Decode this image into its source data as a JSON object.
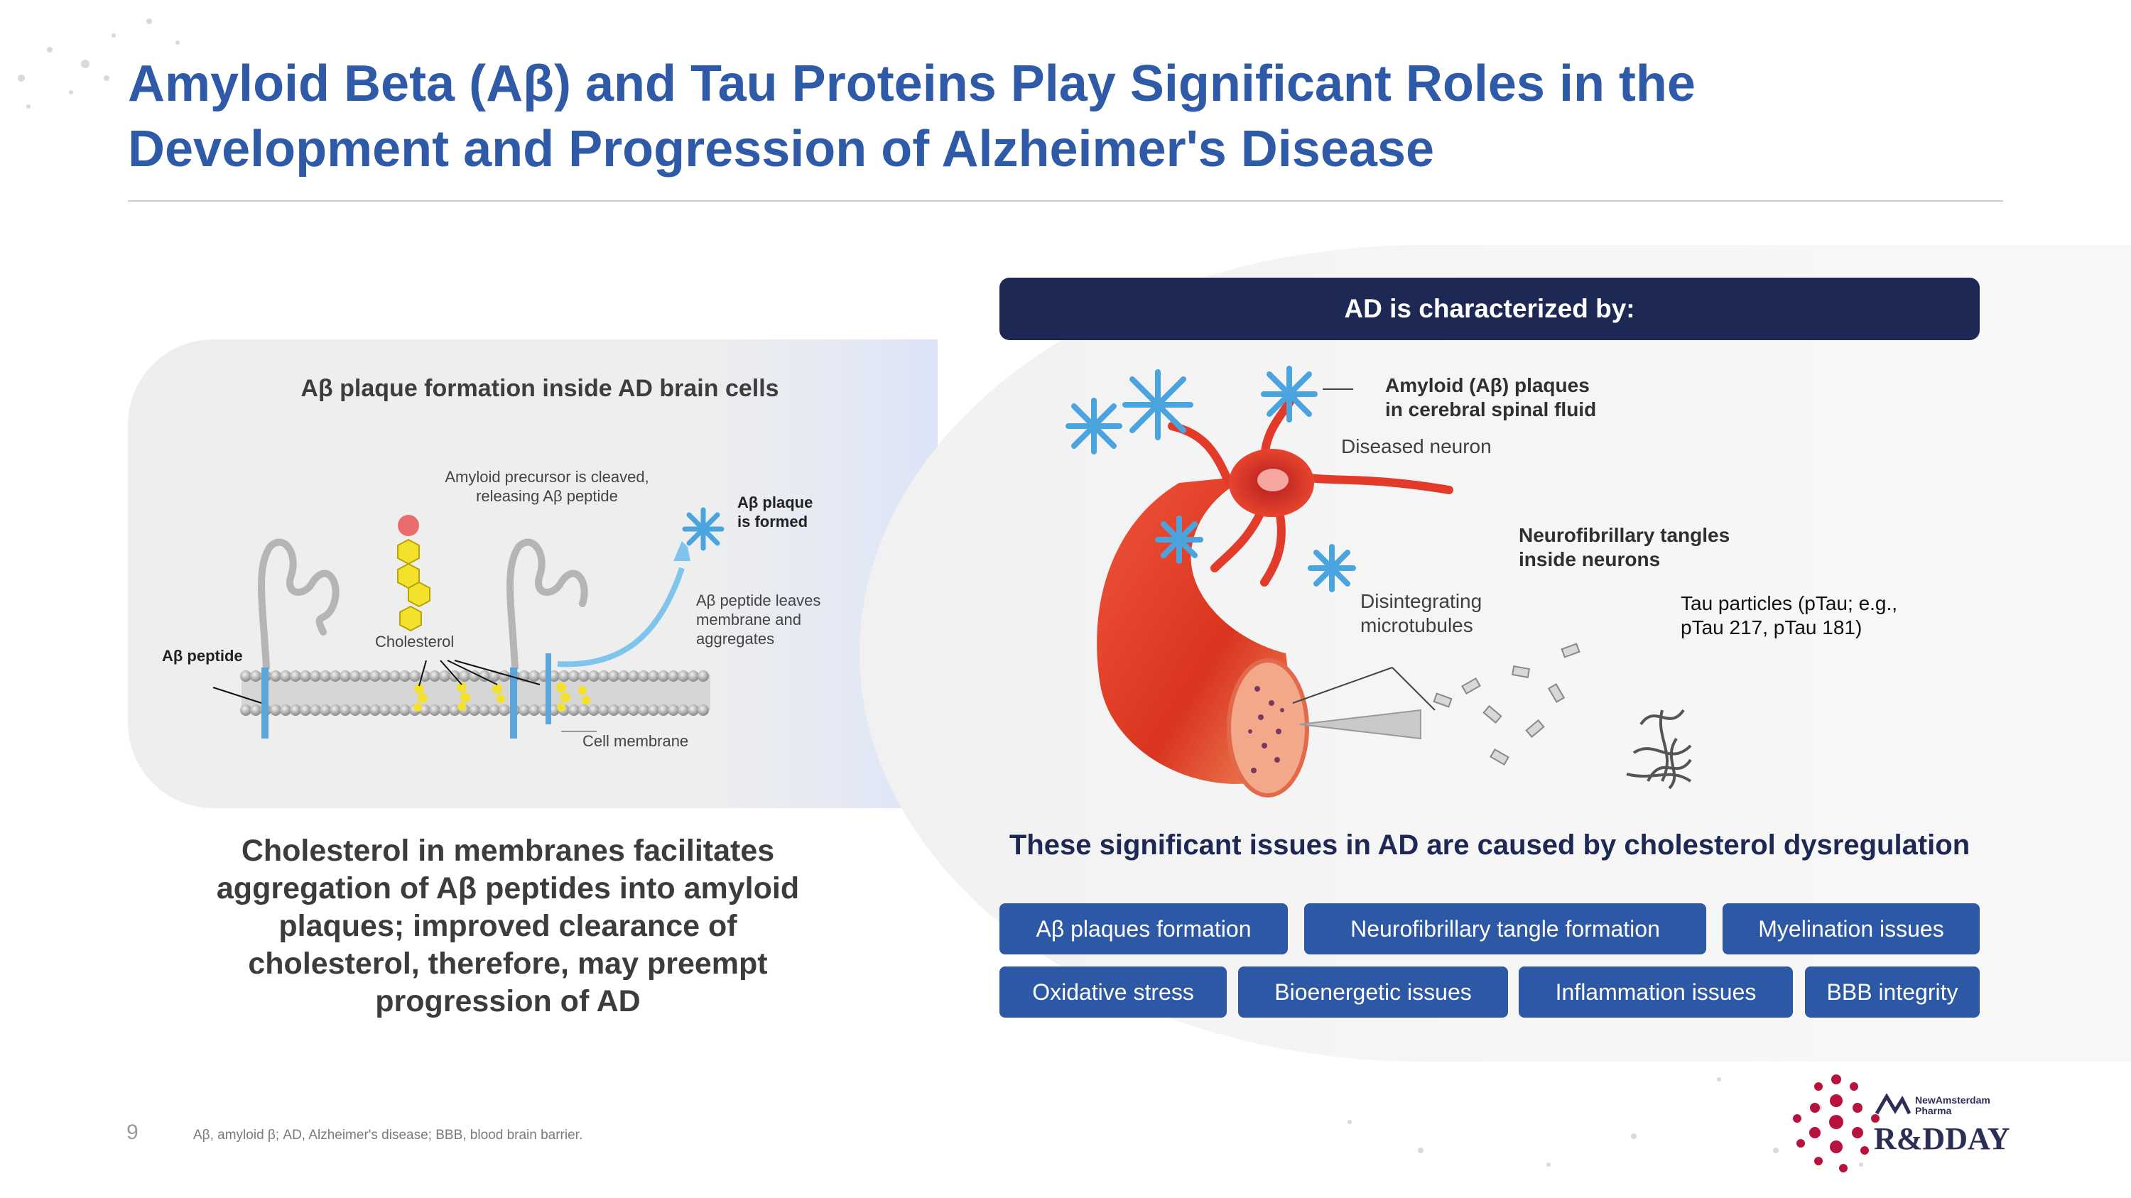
{
  "header": {
    "title_line1": "Amyloid Beta (Aβ) and Tau Proteins Play Significant Roles in the",
    "title_line2": "Development and Progression of Alzheimer's Disease"
  },
  "left_panel": {
    "title": "Aβ plaque formation inside AD brain cells",
    "labels": {
      "precursor_line1": "Amyloid precursor is cleaved,",
      "precursor_line2": "releasing Aβ peptide",
      "plaque_line1": "Aβ plaque",
      "plaque_line2": "is formed",
      "leaves_line1": "Aβ peptide leaves",
      "leaves_line2": "membrane and",
      "leaves_line3": "aggregates",
      "cholesterol": "Cholesterol",
      "peptide": "Aβ peptide",
      "membrane": "Cell membrane"
    },
    "caption_line1": "Cholesterol in membranes facilitates",
    "caption_line2": "aggregation of Aβ peptides into amyloid",
    "caption_line3": "plaques; improved clearance of",
    "caption_line4": "cholesterol, therefore, may preempt",
    "caption_line5": "progression of AD"
  },
  "right_panel": {
    "header": "AD is characterized by:",
    "labels": {
      "amyloid_line1": "Amyloid (Aβ) plaques",
      "amyloid_line2": "in cerebral spinal fluid",
      "diseased_neuron": "Diseased neuron",
      "tangles_line1": "Neurofibrillary tangles",
      "tangles_line2": "inside neurons",
      "microtubules_line1": "Disintegrating",
      "microtubules_line2": "microtubules",
      "tau_line1": "Tau particles (pTau; e.g.,",
      "tau_line2": "pTau 217, pTau 181)"
    },
    "issues_heading": "These significant issues in AD are caused by cholesterol dysregulation",
    "issues": [
      "Aβ plaques formation",
      "Neurofibrillary tangle formation",
      "Myelination issues",
      "Oxidative stress",
      "Bioenergetic issues",
      "Inflammation issues",
      "BBB integrity"
    ]
  },
  "footer": {
    "page_number": "9",
    "footnote": "Aβ, amyloid β; AD, Alzheimer's disease; BBB, blood brain barrier.",
    "logo_company_line1": "NewAmsterdam",
    "logo_company_line2": "Pharma",
    "logo_event": "R&DDAY"
  },
  "colors": {
    "title_blue": "#2f5aa8",
    "navy": "#1d2855",
    "pill_blue": "#2d58a6",
    "logo_red": "#b8123e"
  }
}
